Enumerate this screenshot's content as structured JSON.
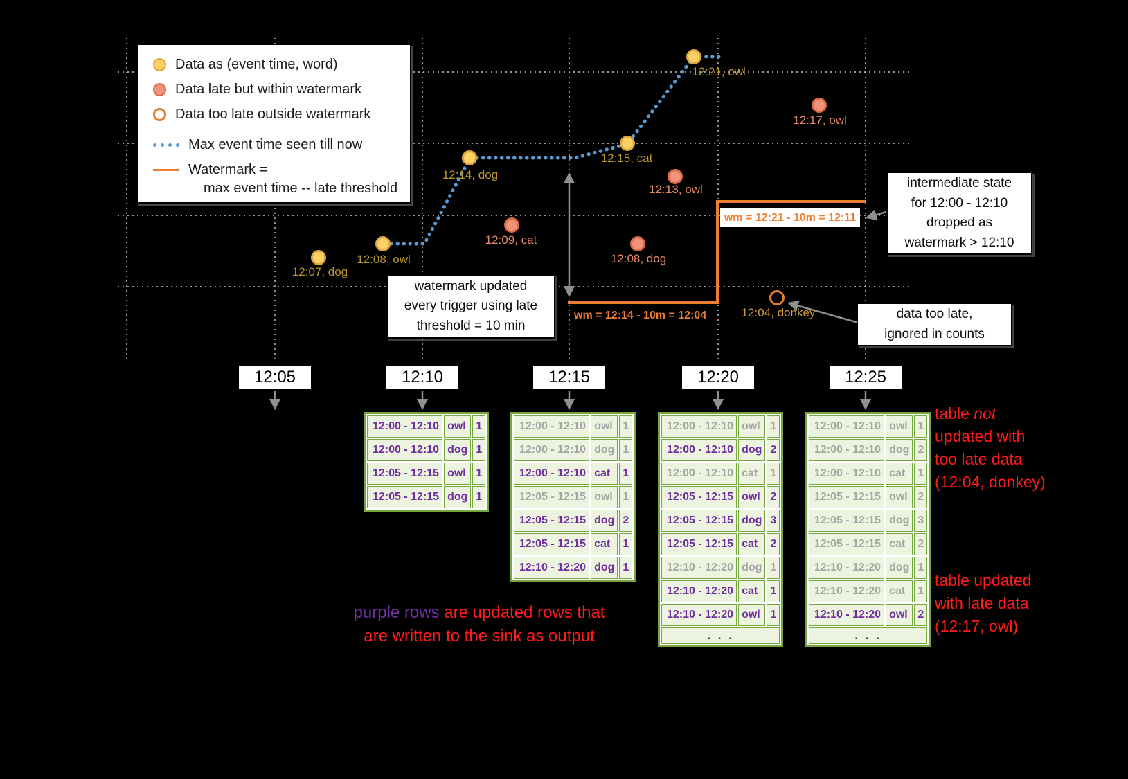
{
  "colors": {
    "background": "#000000",
    "ontime_fill": "#FBD166",
    "ontime_stroke": "#DDA83D",
    "ontime_label": "#BC982E",
    "late_fill": "#F0937A",
    "late_stroke": "#DB6B45",
    "late_label": "#E58A67",
    "toolate_stroke": "#E87D2E",
    "toolate_label": "#CE9C3D",
    "max_event_line": "#5B9BD5",
    "watermark_line": "#ED7D31",
    "table_border": "#76A73E",
    "row_bg": "#ECF3DF",
    "updated_text": "#7030A0",
    "old_text": "#A6A6A6",
    "annotation_red": "#FF1B1B",
    "arrow_gray": "#909090"
  },
  "legend": {
    "items": [
      {
        "icon": "dot-ontime",
        "label": "Data as (event time, word)"
      },
      {
        "icon": "dot-late",
        "label": "Data late but within watermark"
      },
      {
        "icon": "dot-toolate",
        "label": "Data too late outside watermark"
      },
      {
        "icon": "line-max-event",
        "label": "Max event time seen till now"
      },
      {
        "icon": "line-watermark",
        "label": "Watermark =",
        "label2": "max event time -- late threshold"
      }
    ]
  },
  "points": [
    {
      "label": "12:07, dog",
      "type": "ontime",
      "dot": [
        460,
        372
      ],
      "lab": [
        462,
        393
      ]
    },
    {
      "label": "12:08, owl",
      "type": "ontime",
      "dot": [
        553,
        352
      ],
      "lab": [
        554,
        375
      ]
    },
    {
      "label": "12:14, dog",
      "type": "ontime",
      "dot": [
        678,
        228
      ],
      "lab": [
        679,
        253
      ]
    },
    {
      "label": "12:15, cat",
      "type": "ontime",
      "dot": [
        906,
        207
      ],
      "lab": [
        905,
        229
      ]
    },
    {
      "label": "12:21, owl",
      "type": "ontime",
      "dot": [
        1002,
        82
      ],
      "lab": [
        1038,
        104
      ]
    },
    {
      "label": "12:09, cat",
      "type": "late",
      "dot": [
        739,
        325
      ],
      "lab": [
        738,
        347
      ]
    },
    {
      "label": "12:13, owl",
      "type": "late",
      "dot": [
        975,
        255
      ],
      "lab": [
        976,
        274
      ]
    },
    {
      "label": "12:08, dog",
      "type": "late",
      "dot": [
        921,
        352
      ],
      "lab": [
        922,
        374
      ]
    },
    {
      "label": "12:17, owl",
      "type": "late",
      "dot": [
        1183,
        152
      ],
      "lab": [
        1184,
        174
      ]
    },
    {
      "label": "12:04, donkey",
      "type": "toolate",
      "dot": [
        1122,
        430
      ],
      "lab": [
        1124,
        452
      ]
    }
  ],
  "watermark": {
    "label1": "wm = 12:14 - 10m = 12:04",
    "label2": "wm = 12:21 - 10m = 12:11"
  },
  "callouts": {
    "watermark_updated": {
      "line1": "watermark updated",
      "line2": "every trigger using late",
      "line3": "threshold = 10 min"
    },
    "intermediate_state": {
      "line1": "intermediate state",
      "line2": "for 12:00 - 12:10",
      "line3": "dropped as",
      "line4": "watermark > 12:10"
    },
    "too_late": {
      "line1": "data too late,",
      "line2": "ignored in counts"
    }
  },
  "axis_ticks": [
    "12:05",
    "12:10",
    "12:15",
    "12:20",
    "12:25"
  ],
  "ellipsis_text": ". . .",
  "tables": [
    {
      "trigger": "12:10",
      "ellipsis": false,
      "rows": [
        {
          "window": "12:00 - 12:10",
          "word": "owl",
          "count": "1",
          "updated": true
        },
        {
          "window": "12:00 - 12:10",
          "word": "dog",
          "count": "1",
          "updated": true
        },
        {
          "window": "12:05 - 12:15",
          "word": "owl",
          "count": "1",
          "updated": true
        },
        {
          "window": "12:05 - 12:15",
          "word": "dog",
          "count": "1",
          "updated": true
        }
      ]
    },
    {
      "trigger": "12:15",
      "ellipsis": false,
      "rows": [
        {
          "window": "12:00 - 12:10",
          "word": "owl",
          "count": "1",
          "updated": false
        },
        {
          "window": "12:00 - 12:10",
          "word": "dog",
          "count": "1",
          "updated": false
        },
        {
          "window": "12:00 - 12:10",
          "word": "cat",
          "count": "1",
          "updated": true
        },
        {
          "window": "12:05 - 12:15",
          "word": "owl",
          "count": "1",
          "updated": false
        },
        {
          "window": "12:05 - 12:15",
          "word": "dog",
          "count": "2",
          "updated": true
        },
        {
          "window": "12:05 - 12:15",
          "word": "cat",
          "count": "1",
          "updated": true
        },
        {
          "window": "12:10 - 12:20",
          "word": "dog",
          "count": "1",
          "updated": true
        }
      ]
    },
    {
      "trigger": "12:20",
      "ellipsis": true,
      "rows": [
        {
          "window": "12:00 - 12:10",
          "word": "owl",
          "count": "1",
          "updated": false
        },
        {
          "window": "12:00 - 12:10",
          "word": "dog",
          "count": "2",
          "updated": true
        },
        {
          "window": "12:00 - 12:10",
          "word": "cat",
          "count": "1",
          "updated": false
        },
        {
          "window": "12:05 - 12:15",
          "word": "owl",
          "count": "2",
          "updated": true
        },
        {
          "window": "12:05 - 12:15",
          "word": "dog",
          "count": "3",
          "updated": true
        },
        {
          "window": "12:05 - 12:15",
          "word": "cat",
          "count": "2",
          "updated": true
        },
        {
          "window": "12:10 - 12:20",
          "word": "dog",
          "count": "1",
          "updated": false
        },
        {
          "window": "12:10 - 12:20",
          "word": "cat",
          "count": "1",
          "updated": true
        },
        {
          "window": "12:10 - 12:20",
          "word": "owl",
          "count": "1",
          "updated": true
        }
      ]
    },
    {
      "trigger": "12:25",
      "ellipsis": true,
      "rows": [
        {
          "window": "12:00 - 12:10",
          "word": "owl",
          "count": "1",
          "updated": false
        },
        {
          "window": "12:00 - 12:10",
          "word": "dog",
          "count": "2",
          "updated": false
        },
        {
          "window": "12:00 - 12:10",
          "word": "cat",
          "count": "1",
          "updated": false
        },
        {
          "window": "12:05 - 12:15",
          "word": "owl",
          "count": "2",
          "updated": false
        },
        {
          "window": "12:05 - 12:15",
          "word": "dog",
          "count": "3",
          "updated": false
        },
        {
          "window": "12:05 - 12:15",
          "word": "cat",
          "count": "2",
          "updated": false
        },
        {
          "window": "12:10 - 12:20",
          "word": "dog",
          "count": "1",
          "updated": false
        },
        {
          "window": "12:10 - 12:20",
          "word": "cat",
          "count": "1",
          "updated": false
        },
        {
          "window": "12:10 - 12:20",
          "word": "owl",
          "count": "2",
          "updated": true
        }
      ]
    }
  ],
  "annotations": {
    "not_updated": {
      "line1_pre": "table ",
      "line1_italic": "not",
      "line2": "updated with",
      "line3": "too late data",
      "line4": "(12:04, donkey)"
    },
    "updated_late": {
      "line1": "table updated",
      "line2": "with late data",
      "line3": "(12:17, owl)"
    },
    "purple_note": {
      "highlight": "purple rows",
      "line1_rest": " are updated rows that",
      "line2": "are written to the sink as output"
    }
  }
}
